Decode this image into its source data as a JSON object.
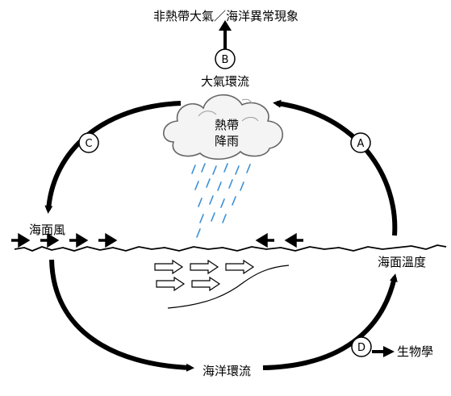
{
  "diagram": {
    "top_text": "非熱帶大氣／海洋異常現象",
    "atmospheric_circulation": "大氣環流",
    "tropical_rainfall_line1": "熱帶",
    "tropical_rainfall_line2": "降雨",
    "sea_wind": "海面風",
    "sea_surface_temperature": "海面溫度",
    "ocean_circulation": "海洋環流",
    "biology": "生物學",
    "markers": {
      "a": "A",
      "b": "B",
      "c": "C",
      "d": "D"
    }
  },
  "colors": {
    "stroke": "#000000",
    "rain": "#3a8fd6",
    "cloud_fill": "#f4f4f4",
    "cloud_stroke": "#666666"
  }
}
